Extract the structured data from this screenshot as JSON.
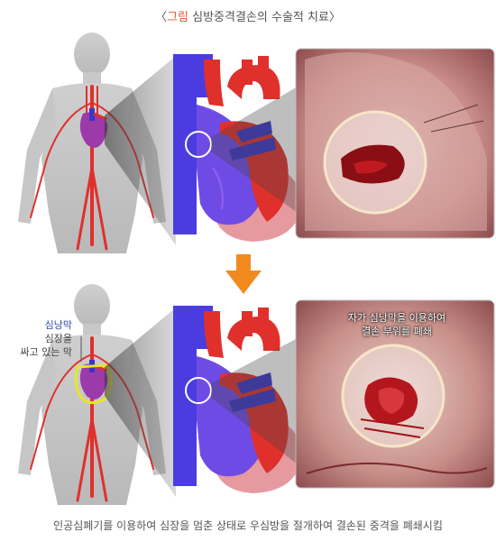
{
  "title": {
    "open": "〈",
    "highlight": "그림",
    "text": " 심방중격결손의 수술적 치료",
    "close": "〉"
  },
  "bottom_panel": {
    "label_title": "심낭막",
    "label_line1": "심장을",
    "label_line2": "싸고 있는 막",
    "photo_caption_line1": "자가 심낭막을 이용하여",
    "photo_caption_line2": "결손 부위를 폐쇄"
  },
  "footer": "인공심폐기를 이용하여 심장을 멈춘 상태로 우심방을 절개하여 결손된 중격을 폐쇄시킴",
  "colors": {
    "highlight": "#e8542a",
    "artery": "#e0302c",
    "vein": "#4b3ce0",
    "arrow": "#f08a1e",
    "pericardium": "#e7e62a",
    "label_blue": "#2c4aa8"
  }
}
